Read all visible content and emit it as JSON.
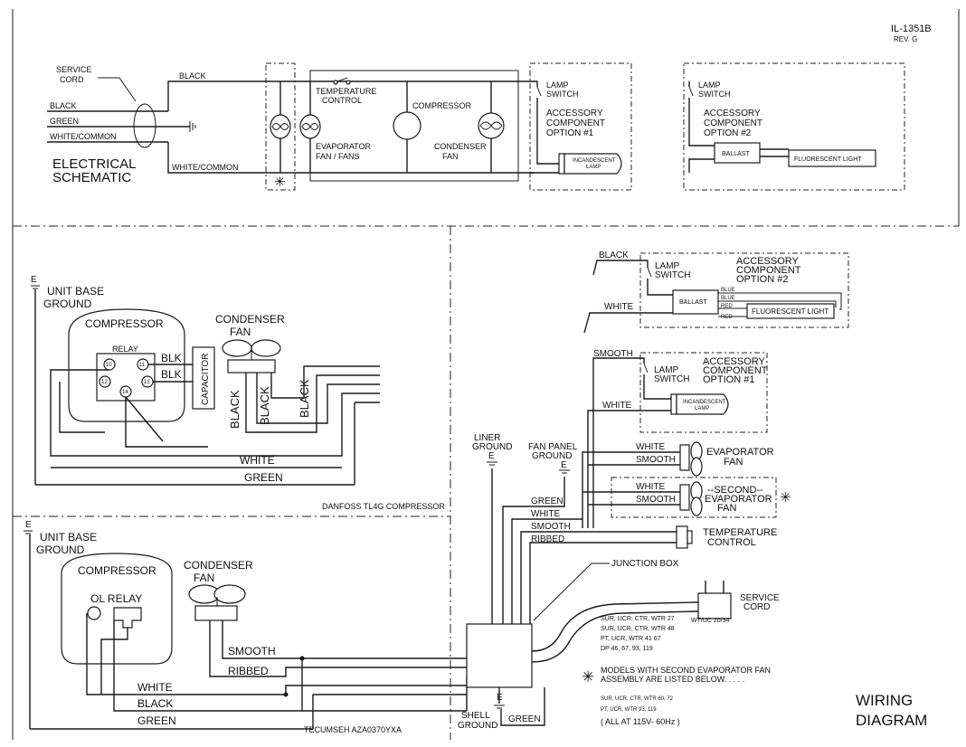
{
  "header": {
    "doc_id": "IL-1351B",
    "revision": "REV. G"
  },
  "schematic": {
    "title_line1": "ELECTRICAL",
    "title_line2": "SCHEMATIC",
    "service_cord_line1": "SERVICE",
    "service_cord_line2": "CORD",
    "wire_black": "BLACK",
    "wire_green": "GREEN",
    "wire_white_common": "WHITE/COMMON",
    "top_black": "BLACK",
    "bottom_white_common": "WHITE/COMMON",
    "temp_control_line1": "TEMPERATURE",
    "temp_control_line2": "CONTROL",
    "compressor": "COMPRESSOR",
    "evap_fan_line1": "EVAPORATOR",
    "evap_fan_line2": "FAN / FANS",
    "condenser_fan_line1": "CONDENSER",
    "condenser_fan_line2": "FAN",
    "opt1_lamp_switch_line1": "LAMP",
    "opt1_lamp_switch_line2": "SWITCH",
    "opt1_line1": "ACCESSORY",
    "opt1_line2": "COMPONENT",
    "opt1_line3": "OPTION #1",
    "incandescent_line1": "INCANDESCENT",
    "incandescent_line2": "LAMP",
    "opt2_lamp_switch_line1": "LAMP",
    "opt2_lamp_switch_line2": "SWITCH",
    "opt2_line1": "ACCESSORY",
    "opt2_line2": "COMPONENT",
    "opt2_line3": "OPTION #2",
    "ballast": "BALLAST",
    "fluorescent": "FLUORESCENT LIGHT"
  },
  "danfoss": {
    "unit_base_line1": "UNIT BASE",
    "unit_base_line2": "GROUND",
    "ground_symbol": "E",
    "compressor": "COMPRESSOR",
    "relay": "RELAY",
    "blk1": "BLK",
    "blk2": "BLK",
    "capacitor": "CAPACITOR",
    "pin10": "10",
    "pin11": "11",
    "pin12": "12",
    "pin13": "13",
    "pin14": "14",
    "condenser_fan_line1": "CONDENSER",
    "condenser_fan_line2": "FAN",
    "black_v1": "BLACK",
    "black_v2": "BLACK",
    "black_v3": "BLACK",
    "white": "WHITE",
    "green": "GREEN",
    "caption": "DANFOSS TL4G COMPRESSOR"
  },
  "tecumseh": {
    "unit_base_line1": "UNIT BASE",
    "unit_base_line2": "GROUND",
    "ground_symbol": "E",
    "compressor": "COMPRESSOR",
    "ol_relay": "OL  RELAY",
    "condenser_fan_line1": "CONDENSER",
    "condenser_fan_line2": "FAN",
    "smooth": "SMOOTH",
    "ribbed": "RIBBED",
    "white": "WHITE",
    "black": "BLACK",
    "green": "GREEN",
    "caption": "TECUMSEH AZA0370YXA"
  },
  "wiring": {
    "opt2_black": "BLACK",
    "opt2_lamp_switch_line1": "LAMP",
    "opt2_lamp_switch_line2": "SWITCH",
    "opt2_line1": "ACCESSORY",
    "opt2_line2": "COMPONENT",
    "opt2_line3": "OPTION #2",
    "opt2_white": "WHITE",
    "ballast": "BALLAST",
    "blue1": "BLUE",
    "blue2": "BLUE",
    "red1": "RED",
    "red2": "RED",
    "fluorescent": "FLUORESCENT LIGHT",
    "opt1_smooth": "SMOOTH",
    "opt1_lamp_switch_line1": "LAMP",
    "opt1_lamp_switch_line2": "SWITCH",
    "opt1_line1": "ACCESSORY",
    "opt1_line2": "COMPONENT",
    "opt1_line3": "OPTION #1",
    "opt1_white": "WHITE",
    "incandescent_line1": "INCANDESCENT",
    "incandescent_line2": "LAMP",
    "liner_ground_line1": "LINER",
    "liner_ground_line2": "GROUND",
    "fan_panel_ground_line1": "FAN PANEL",
    "fan_panel_ground_line2": "GROUND",
    "ground_e": "E",
    "evap_white": "WHITE",
    "evap_smooth": "SMOOTH",
    "evap_line1": "EVAPORATOR",
    "evap_line2": "FAN",
    "second_white": "WHITE",
    "second_smooth": "SMOOTH",
    "second_line1": "--SECOND--",
    "second_line2": "EVAPORATOR",
    "second_line3": "FAN",
    "green": "GREEN",
    "white": "WHITE",
    "smooth": "SMOOTH",
    "ribbed": "RIBBED",
    "temp_control_line1": "TEMPERATURE",
    "temp_control_line2": "CONTROL",
    "junction_box": "JUNCTION BOX",
    "service_cord_line1": "SERVICE",
    "service_cord_line2": "CORD",
    "wt_uc": "WT/UC 20/34",
    "models": [
      "SUR, UCR, CTR, WTR 27",
      "SUR, UCR, CTR, WTR 48",
      "PT, UCR, WTR 41 67",
      "DP 46, 67, 93, 119"
    ],
    "note_line1": "MODELS WITH SECOND EVAPORATOR FAN",
    "note_line2": "ASSEMBLY ARE LISTED BELOW. . . . .",
    "second_models": [
      "SUR, UCR, CTR, WTR 60, 72",
      "PT, UCR, WTR 93, 119"
    ],
    "all_at": "( ALL AT  115V- 60Hz )",
    "shell_ground_line1": "SHELL",
    "shell_ground_line2": "GROUND",
    "shell_green": "GREEN",
    "title_line1": "WIRING",
    "title_line2": "DIAGRAM"
  },
  "symbols": {
    "asterisk": "✳"
  }
}
